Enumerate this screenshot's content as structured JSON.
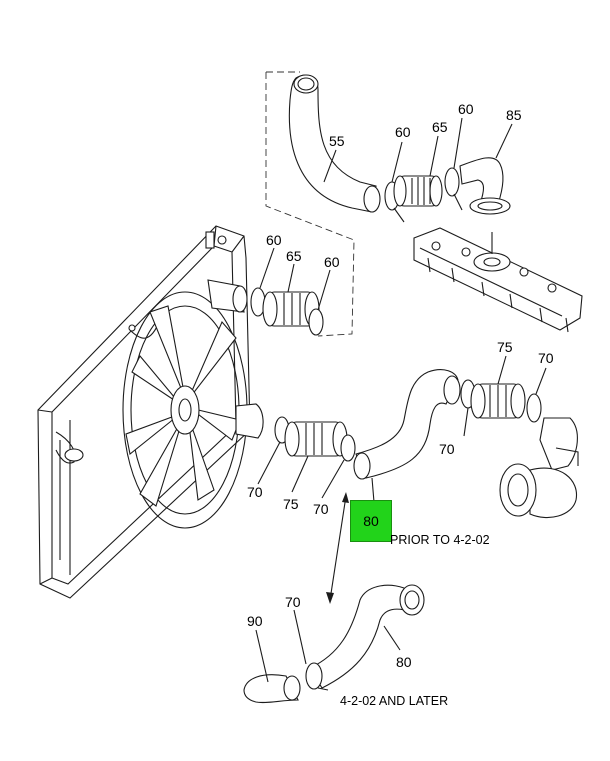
{
  "colors": {
    "highlight": "#22d31a",
    "line": "#1c1c1c"
  },
  "callouts": [
    {
      "id": "c55",
      "text": "55"
    },
    {
      "id": "c60a",
      "text": "60"
    },
    {
      "id": "c65a",
      "text": "65"
    },
    {
      "id": "c60b",
      "text": "60"
    },
    {
      "id": "c85",
      "text": "85"
    },
    {
      "id": "c60c",
      "text": "60"
    },
    {
      "id": "c65b",
      "text": "65"
    },
    {
      "id": "c60d",
      "text": "60"
    },
    {
      "id": "c75a",
      "text": "75"
    },
    {
      "id": "c70a",
      "text": "70"
    },
    {
      "id": "c70b",
      "text": "70"
    },
    {
      "id": "c70c",
      "text": "70"
    },
    {
      "id": "c75b",
      "text": "75"
    },
    {
      "id": "c70d",
      "text": "70"
    },
    {
      "id": "c70e",
      "text": "70"
    },
    {
      "id": "c90",
      "text": "90"
    },
    {
      "id": "c80b",
      "text": "80"
    }
  ],
  "highlighted_part": "80",
  "notes": {
    "prior": "PRIOR TO 4-2-02",
    "later": "4-2-02 AND LATER"
  }
}
